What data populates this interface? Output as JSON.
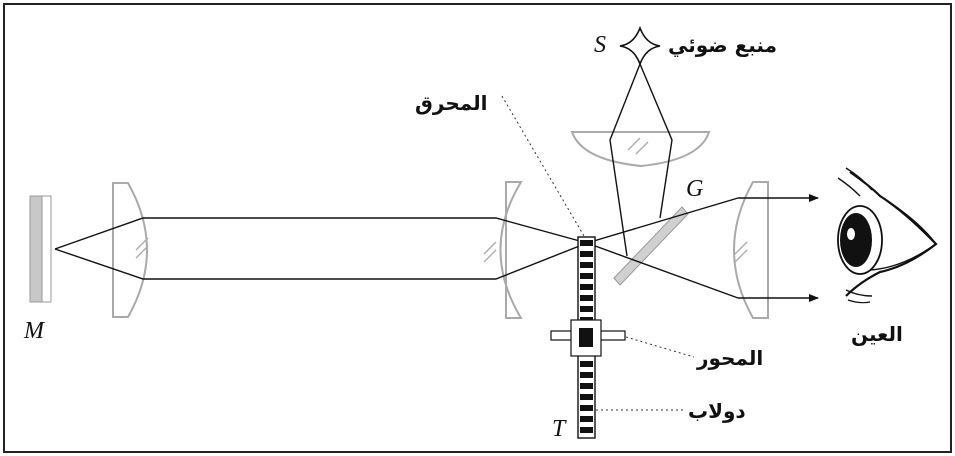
{
  "labels": {
    "source_ar": "منبع ضوئي",
    "source_letter": "S",
    "focus_ar": "المحرق",
    "plate_letter": "G",
    "eye_ar": "العين",
    "mirror_letter": "M",
    "axle_ar": "المحور",
    "wheel_ar": "دولاب",
    "wheel_letter": "T"
  },
  "colors": {
    "ink": "#111111",
    "lens_gray": "#aaaaaa",
    "mirror_gray": "#c8c8c8",
    "frame": "#222222"
  }
}
